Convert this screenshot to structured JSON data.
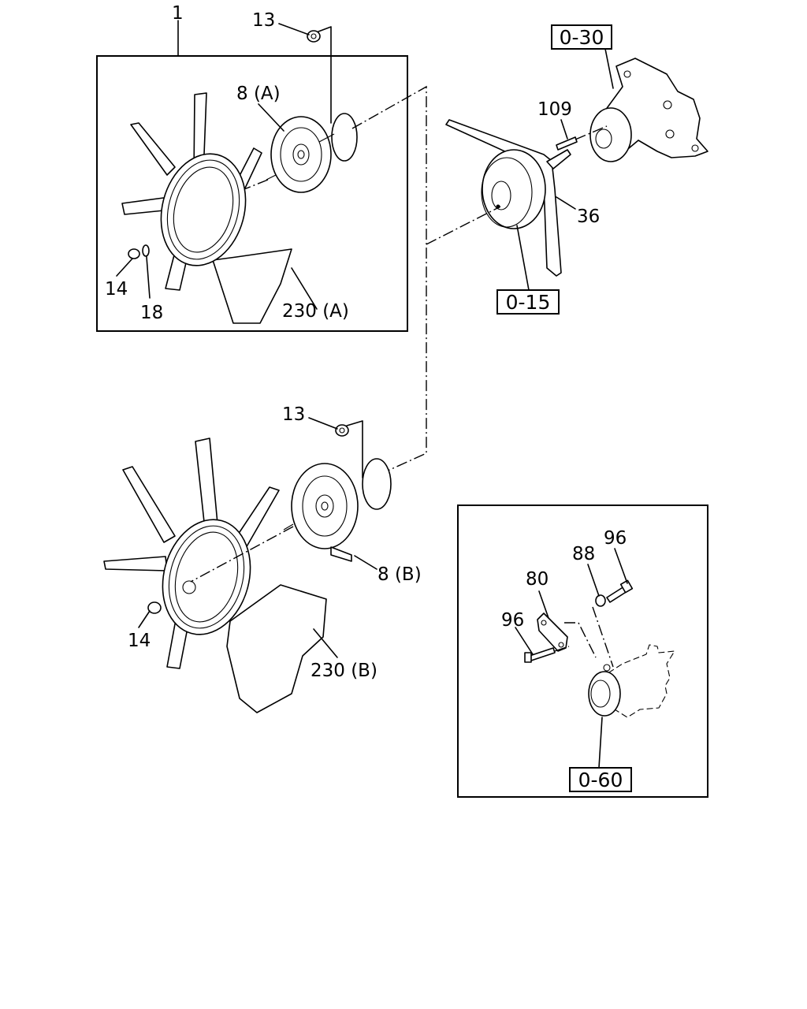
{
  "labels": {
    "item_1": "1",
    "item_13_top": "13",
    "item_8a": "8 (A)",
    "item_14_top": "14",
    "item_18": "18",
    "item_230a": "230 (A)",
    "item_109": "109",
    "item_36": "36",
    "item_13_bottom": "13",
    "item_8b": "8 (B)",
    "item_14_bottom": "14",
    "item_230b": "230 (B)",
    "item_96_right": "96",
    "item_88": "88",
    "item_80": "80",
    "item_96_left": "96"
  },
  "references": {
    "ref_0_30": "0-30",
    "ref_0_15": "0-15",
    "ref_0_60": "0-60"
  }
}
